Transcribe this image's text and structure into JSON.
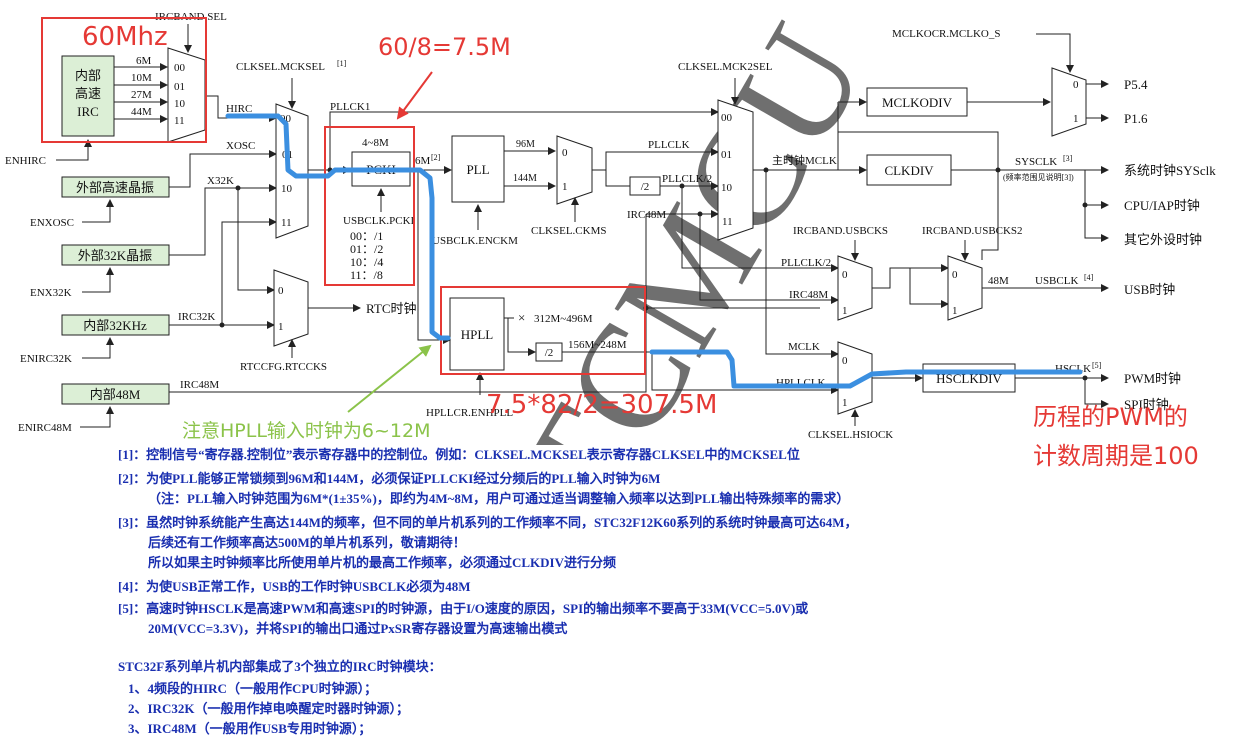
{
  "diagram": {
    "mux_irc": {
      "sel": "IRCBAND.SEL",
      "inputs": [
        "6M",
        "10M",
        "27M",
        "44M"
      ],
      "codes": [
        "00",
        "01",
        "10",
        "11"
      ],
      "out": "HIRC"
    },
    "irc_box": [
      "内部",
      "高速",
      "IRC"
    ],
    "enhirc": "ENHIRC",
    "ext_hs": "外部高速晶振",
    "enxosc": "ENXOSC",
    "ext_32k": "外部32K晶振",
    "enx32k": "ENX32K",
    "int_32k": "内部32KHz",
    "enirc32k": "ENIRC32K",
    "int_48m": "内部48M",
    "enirc48m": "ENIRC48M",
    "xosc": "XOSC",
    "x32k": "X32K",
    "irc32k": "IRC32K",
    "irc48m_a": "IRC48M",
    "mux_mck": {
      "sel": "CLKSEL.MCKSEL",
      "sup": "[1]",
      "codes": [
        "00",
        "01",
        "10",
        "11"
      ]
    },
    "pllck1": "PLLCK1",
    "pcki": {
      "range": "4~8M",
      "name": "PCKI",
      "sel": "USBCLK.PCKI",
      "div": [
        "00：/1",
        "01：/2",
        "10：/4",
        "11：/8"
      ]
    },
    "sixm": "6M",
    "sixm_sup": "[2]",
    "pll": {
      "name": "PLL",
      "f96": "96M",
      "f144": "144M",
      "en": "USBCLK.ENCKM"
    },
    "mux_ckms": {
      "sel": "CLKSEL.CKMS",
      "codes": [
        "0",
        "1"
      ]
    },
    "pllclk": "PLLCLK",
    "div2": "/2",
    "pllclk2": "PLLCLK/2",
    "irc48m_b": "IRC48M",
    "mux_mck2": {
      "sel": "CLKSEL.MCK2SEL",
      "codes": [
        "00",
        "01",
        "10",
        "11"
      ]
    },
    "main_clk": "主时钟MCLK",
    "clkdiv": "CLKDIV",
    "sysclk": "SYSCLK",
    "sysclk_sup": "[3]",
    "sysclk_note": "(频率范围见说明[3])",
    "outs_sys": [
      "系统时钟SYSclk",
      "CPU/IAP时钟",
      "其它外设时钟"
    ],
    "mclkodiv": "MCLKODIV",
    "mclkocr": "MCLKOCR.MCLKO_S",
    "p_outs": [
      "P5.4",
      "P1.6"
    ],
    "mux_rtc": {
      "sel": "RTCCFG.RTCCKS",
      "codes": [
        "0",
        "1"
      ],
      "out": "RTC时钟"
    },
    "hpll": {
      "name": "HPLL",
      "r1": "312M~496M",
      "div": "/2",
      "r2": "156M~248M",
      "en": "HPLLCR.ENHPLL"
    },
    "mux_usb1": {
      "sel": "IRCBAND.USBCKS",
      "a": "PLLCLK/2",
      "b": "IRC48M"
    },
    "mux_usb2": {
      "sel": "IRCBAND.USBCKS2"
    },
    "usb_48m": "48M",
    "usbclk": "USBCLK",
    "usbclk_sup": "[4]",
    "usb_out": "USB时钟",
    "mux_hs": {
      "sel": "CLKSEL.HSIOCK",
      "a": "MCLK",
      "b": "HPLLCLK"
    },
    "hsclkdiv": "HSCLKDIV",
    "hsclk": "HSCLK",
    "hsclk_sup": "[5]",
    "hs_outs": [
      "PWM时钟",
      "SPI时钟"
    ]
  },
  "annotations": {
    "a_60mhz": "60Mhz",
    "a_div": "60/8=7.5M",
    "a_hpll_in": "注意HPLL输入时钟为6~12M",
    "a_calc": "7.5*82/2=307.5M",
    "a_pwm1": "历程的PWM的",
    "a_pwm2": "计数周期是100"
  },
  "notes": {
    "n1": {
      "mark": "[1]",
      "text": "：控制信号“寄存器.控制位”表示寄存器中的控制位。例如：CLKSEL.MCKSEL表示寄存器CLKSEL中的MCKSEL位"
    },
    "n2": {
      "mark": "[2]",
      "text": "：为使PLL能够正常锁频到96M和144M，必须保证PLLCKI经过分频后的PLL输入时钟为6M",
      "sub": "（注：PLL输入时钟范围为6M*(1±35%)，即约为4M~8M，用户可通过适当调整输入频率以达到PLL输出特殊频率的需求）"
    },
    "n3": {
      "mark": "[3]",
      "text": "：虽然时钟系统能产生高达144M的频率，但不同的单片机系列的工作频率不同，STC32F12K60系列的系统时钟最高可达64M，",
      "sub1": "后续还有工作频率高达500M的单片机系列，敬请期待！",
      "sub2": "所以如果主时钟频率比所使用单片机的最高工作频率，必须通过CLKDIV进行分频"
    },
    "n4": {
      "mark": "[4]",
      "text": "：为使USB正常工作，USB的工作时钟USBCLK必须为48M"
    },
    "n5": {
      "mark": "[5]",
      "text": "：高速时钟HSCLK是高速PWM和高速SPI的时钟源，由于I/O速度的原因，SPI的输出频率不要高于33M(VCC=5.0V)或",
      "sub": "20M(VCC=3.3V)，并将SPI的输出口通过PxSR寄存器设置为高速输出模式"
    }
  },
  "irc_list": {
    "title": "STC32F系列单片机内部集成了3个独立的IRC时钟模块：",
    "items": [
      "1、4频段的HIRC（一般用作CPU时钟源）；",
      "2、IRC32K（一般用作掉电唤醒定时器时钟源）；",
      "3、IRC48M（一般用作USB专用时钟源）；"
    ]
  },
  "watermark": "STCMCU"
}
